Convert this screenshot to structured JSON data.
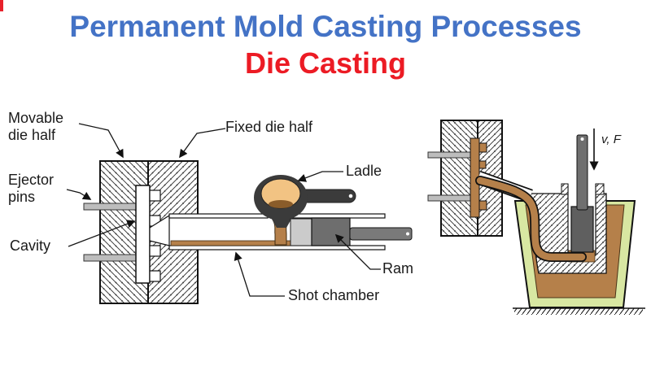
{
  "header": {
    "title": "Permanent Mold Casting Processes",
    "subtitle": "Die Casting"
  },
  "labels": {
    "movable_die_half": {
      "line1": "Movable",
      "line2": "die half"
    },
    "ejector_pins": {
      "line1": "Ejector",
      "line2": "pins"
    },
    "cavity": "Cavity",
    "fixed_die_half": "Fixed die half",
    "ladle": "Ladle",
    "ram": "Ram",
    "shot_chamber": "Shot chamber",
    "velocity_force": "v, F"
  },
  "colors": {
    "title_blue": "#4473C6",
    "accent_red": "#EC1B24",
    "molten_metal_brown": "#B5804A",
    "ladle_liquid_tan": "#F2C383",
    "crucible_green": "#D8E7A2",
    "ram_gray": "#6E6E6E",
    "ejector_pin_gray": "#BDBDBD",
    "ladle_handle_dark": "#3B3B3B"
  }
}
